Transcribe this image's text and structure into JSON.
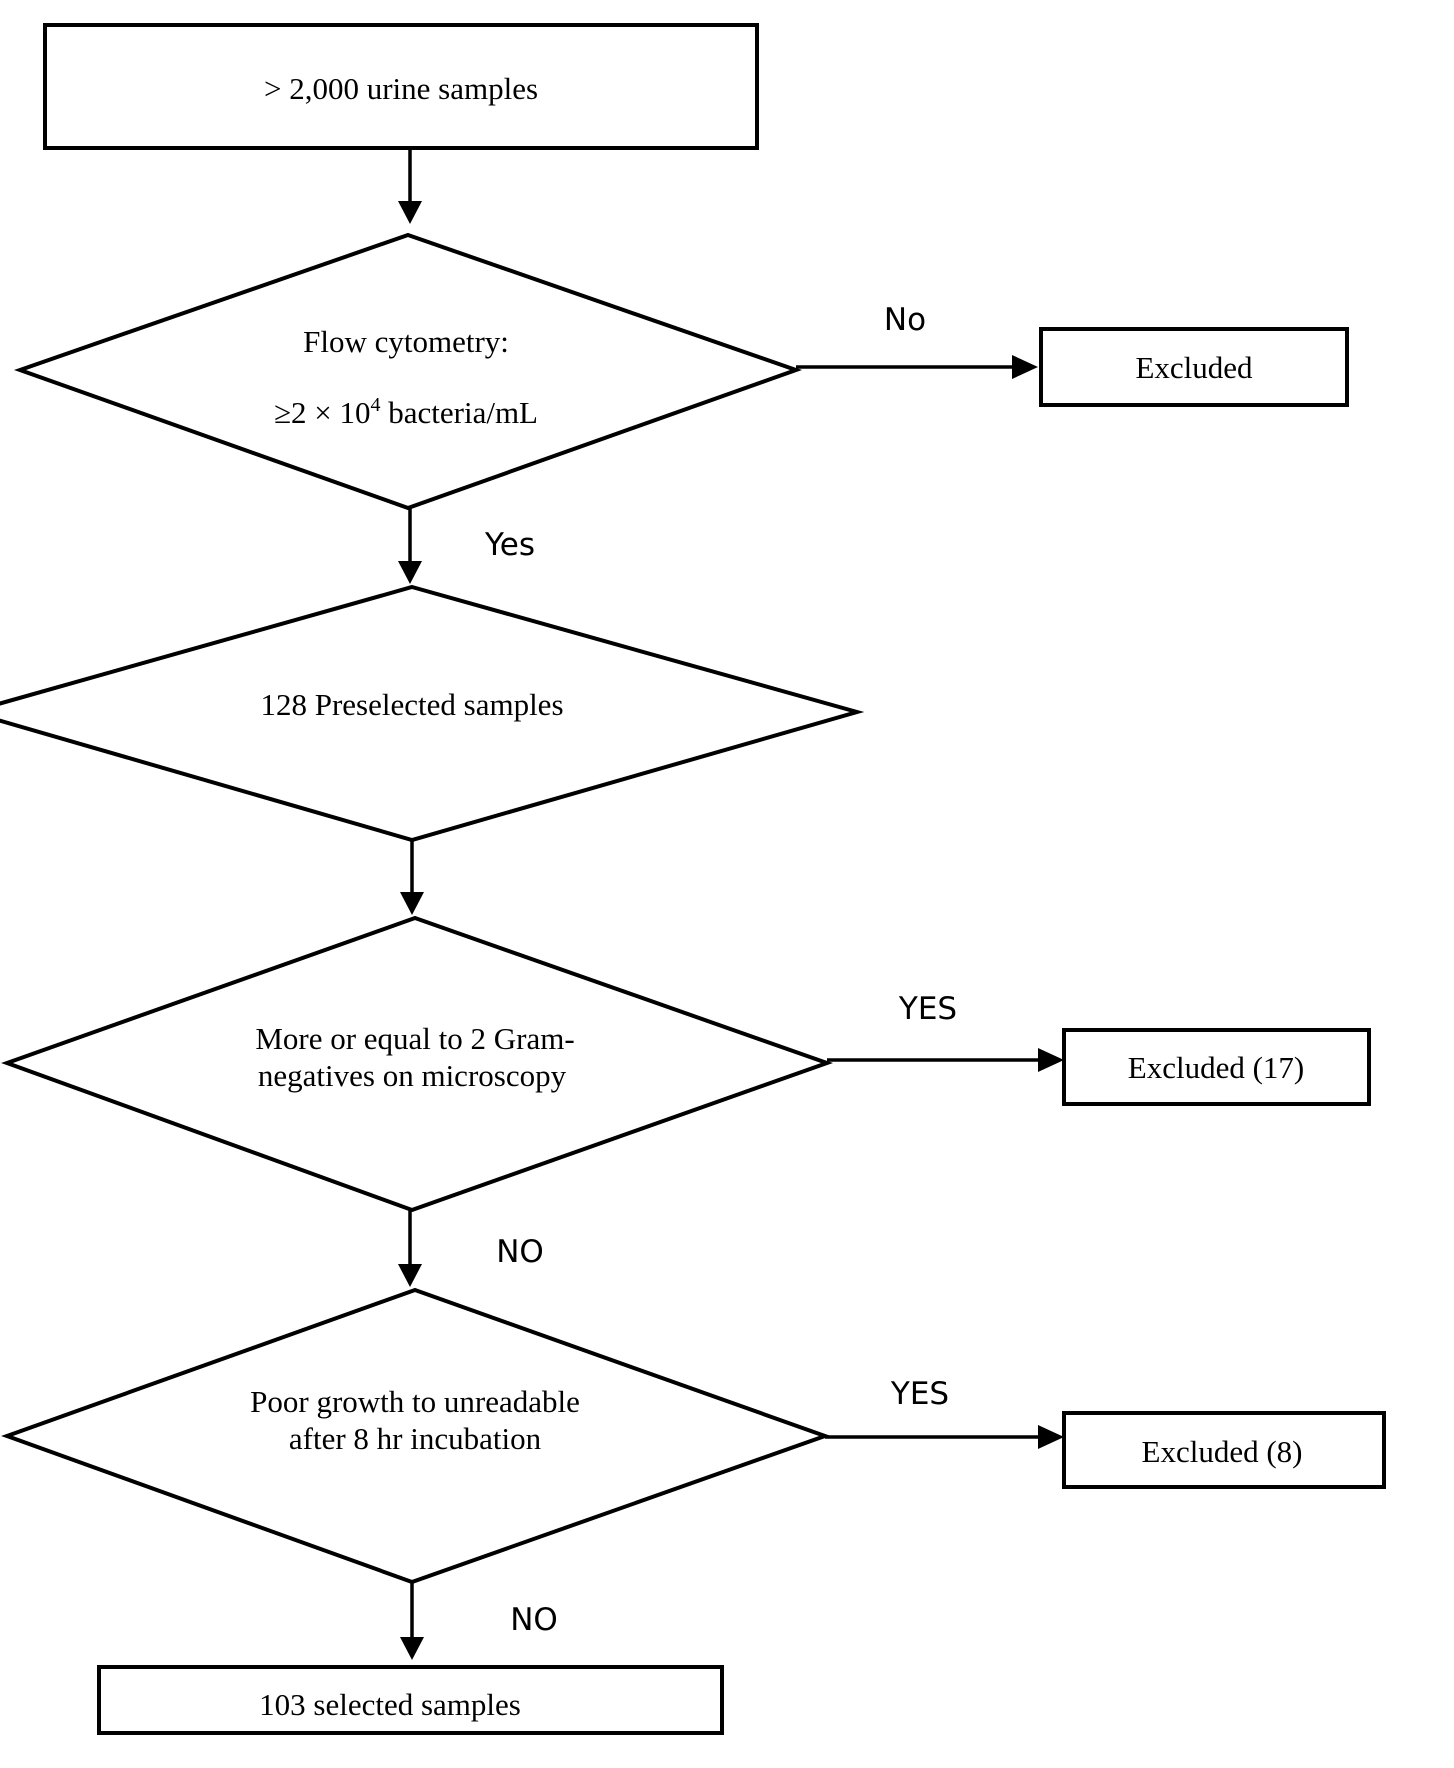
{
  "nodes": {
    "start": {
      "label": "> 2,000 urine samples"
    },
    "flow_cytometry": {
      "line1": "Flow cytometry:",
      "line2_prefix": "≥2 × 10",
      "line2_exponent": "4",
      "line2_suffix": " bacteria/mL"
    },
    "preselected": {
      "label": "128 Preselected samples"
    },
    "gram_negatives": {
      "line1": "More or equal to 2 Gram-",
      "line2": "negatives on microscopy"
    },
    "poor_growth": {
      "line1": "Poor growth to unreadable",
      "line2": "after 8 hr incubation"
    },
    "excluded_1": {
      "label": "Excluded"
    },
    "excluded_2": {
      "label": "Excluded (17)"
    },
    "excluded_3": {
      "label": "Excluded (8)"
    },
    "selected": {
      "label": "103 selected samples"
    }
  },
  "edges": {
    "flow_no": "No",
    "flow_yes": "Yes",
    "gram_yes": "YES",
    "gram_no": "NO",
    "growth_yes": "YES",
    "growth_no": "NO"
  }
}
